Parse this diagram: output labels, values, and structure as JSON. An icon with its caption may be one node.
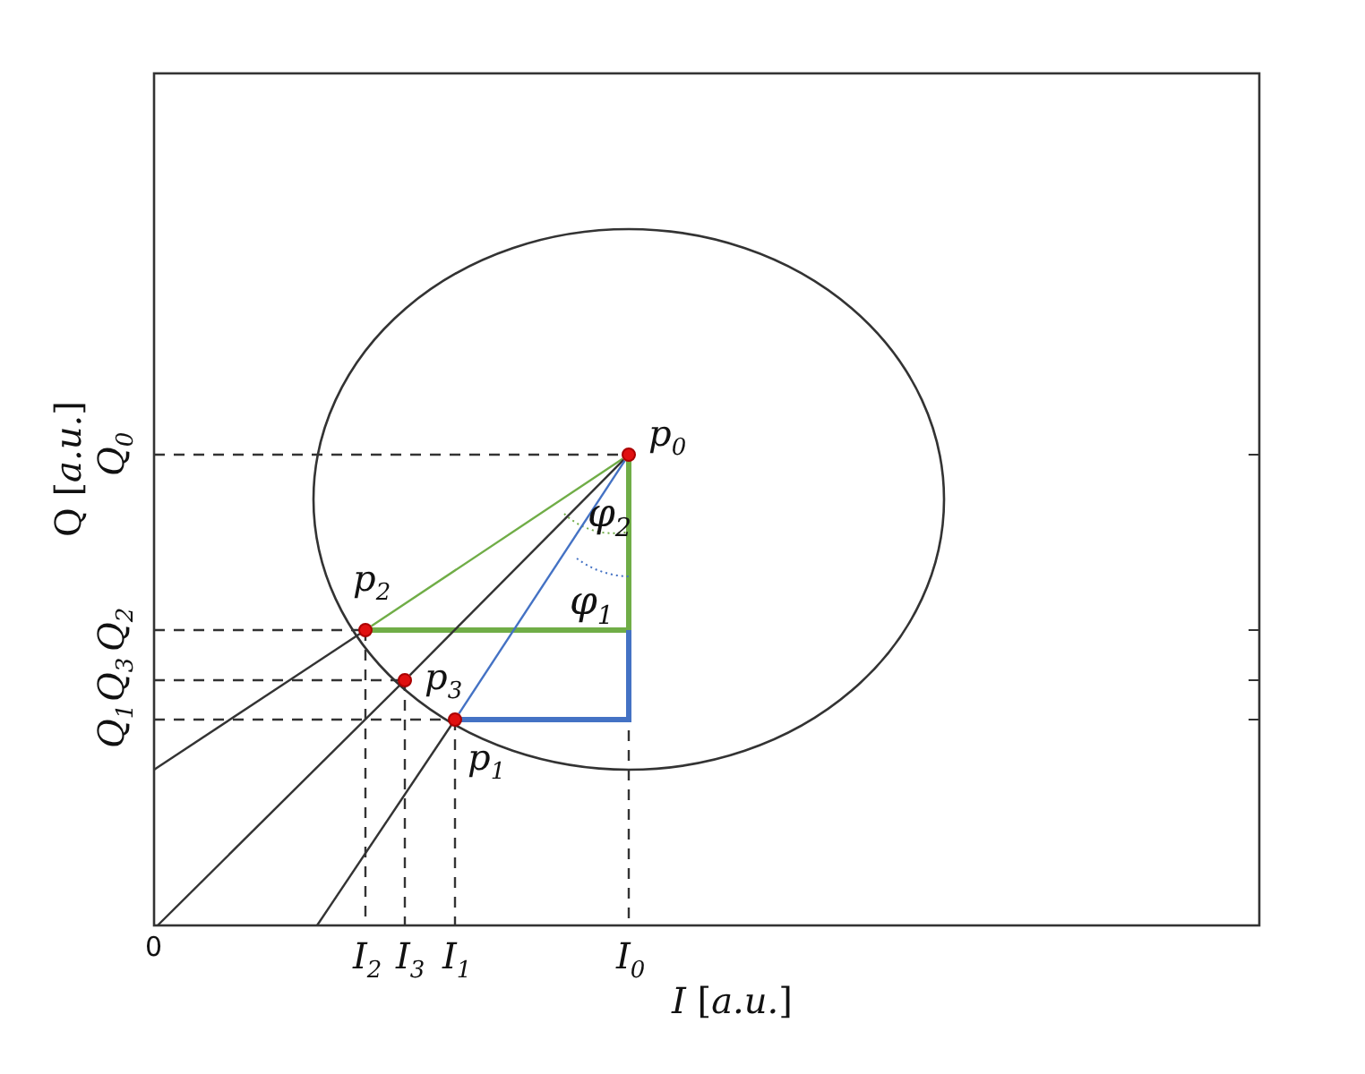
{
  "diagram": {
    "nodes": [
      {
        "text": [],
        "shape": "circle",
        "beside": [
          "p$_{0}$"
        ]
      },
      {
        "text": [],
        "shape": "circle",
        "beside": [
          "p$_{2}$"
        ]
      },
      {
        "text": [],
        "shape": "circle",
        "beside": [
          "p$_{3}$"
        ]
      },
      {
        "text": [],
        "shape": "circle",
        "beside": [
          "p$_{1}$"
        ]
      }
    ],
    "edges": [
      {
        "from": 0,
        "to": 1,
        "arrow": "none",
        "color": "#70ad47"
      },
      {
        "from": 0,
        "to": 2,
        "arrow": "none",
        "color": "#333333"
      },
      {
        "from": 0,
        "to": 3,
        "arrow": "none",
        "color": "#4472c4"
      }
    ],
    "labels": [
      "φ$_{2}$",
      "φ$_{1}$",
      "Q [*a.u.*]",
      "Q$_{0}$",
      "Q$_{2}$",
      "Q$_{3}$",
      "Q$_{1}$",
      "0",
      "I$_{2}$",
      "I$_{3}$",
      "I$_{1}$",
      "I$_{0}$",
      "*I* [*a.u.*]"
    ]
  }
}
